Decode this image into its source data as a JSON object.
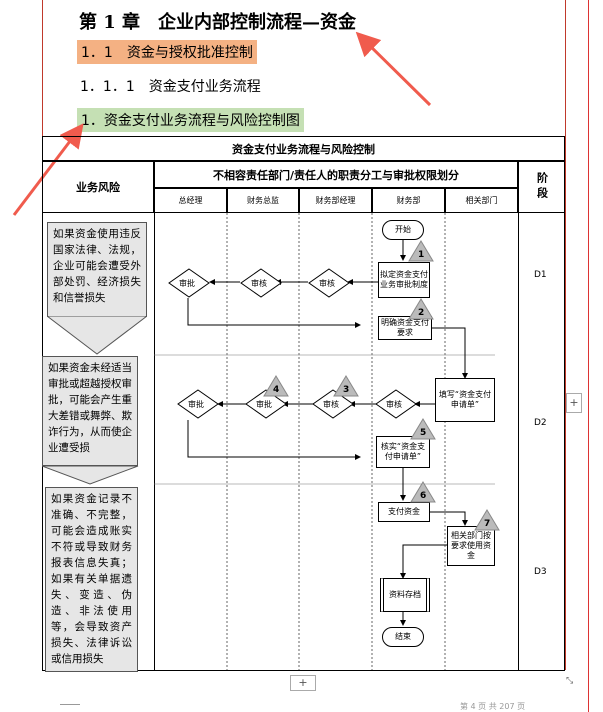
{
  "heading": {
    "chapter": "第 1 章　企业内部控制流程—资金",
    "section": "1．1　资金与授权批准控制",
    "subsection": "1．1．1　资金支付业务流程",
    "figure": "1．资金支付业务流程与风险控制图"
  },
  "colors": {
    "section_bg": "#f4b183",
    "figure_bg": "#c5e0b4",
    "arrow": "#f05b4d",
    "risk_bg": "#e6e6e6",
    "page_edge": "#c0392b"
  },
  "table": {
    "title": "资金支付业务流程与风险控制",
    "col_risk": "业务风险",
    "col_duties": "不相容责任部门/责任人的职责分工与审批权限划分",
    "col_stage": "阶段",
    "roles": [
      "总经理",
      "财务总监",
      "财务部经理",
      "财务部",
      "相关部门"
    ]
  },
  "risks": [
    "如果资金使用违反国家法律、法规，企业可能会遭受外部处罚、经济损失和信誉损失",
    "如果资金未经适当审批或超越授权审批，可能会产生重大差错或舞弊、欺诈行为，从而使企业遭受损",
    "如果资金记录不准确、不完整，可能会造成账实不符或导致财务报表信息失真；如果有关单据遗失、变造、伪造、非法使用等，会导致资产损失、法律诉讼或信用损失"
  ],
  "stages": [
    "D1",
    "D2",
    "D3"
  ],
  "flow": {
    "start": "开始",
    "end": "结束",
    "draft": "拟定资金支付业务审批制度",
    "clarify": "明确资金支付要求",
    "fill": "填写“资金支付申请单”",
    "verify": "核实“资金支付申请单”",
    "pay": "支付资金",
    "use": "相关部门按要求使用资金",
    "archive": "资料存档",
    "approve": "审批",
    "review": "审核",
    "numbers": [
      "1",
      "2",
      "3",
      "4",
      "5",
      "6",
      "7"
    ]
  },
  "ui": {
    "plus": "+",
    "page_footer": "第 4 页 共 207 页"
  }
}
